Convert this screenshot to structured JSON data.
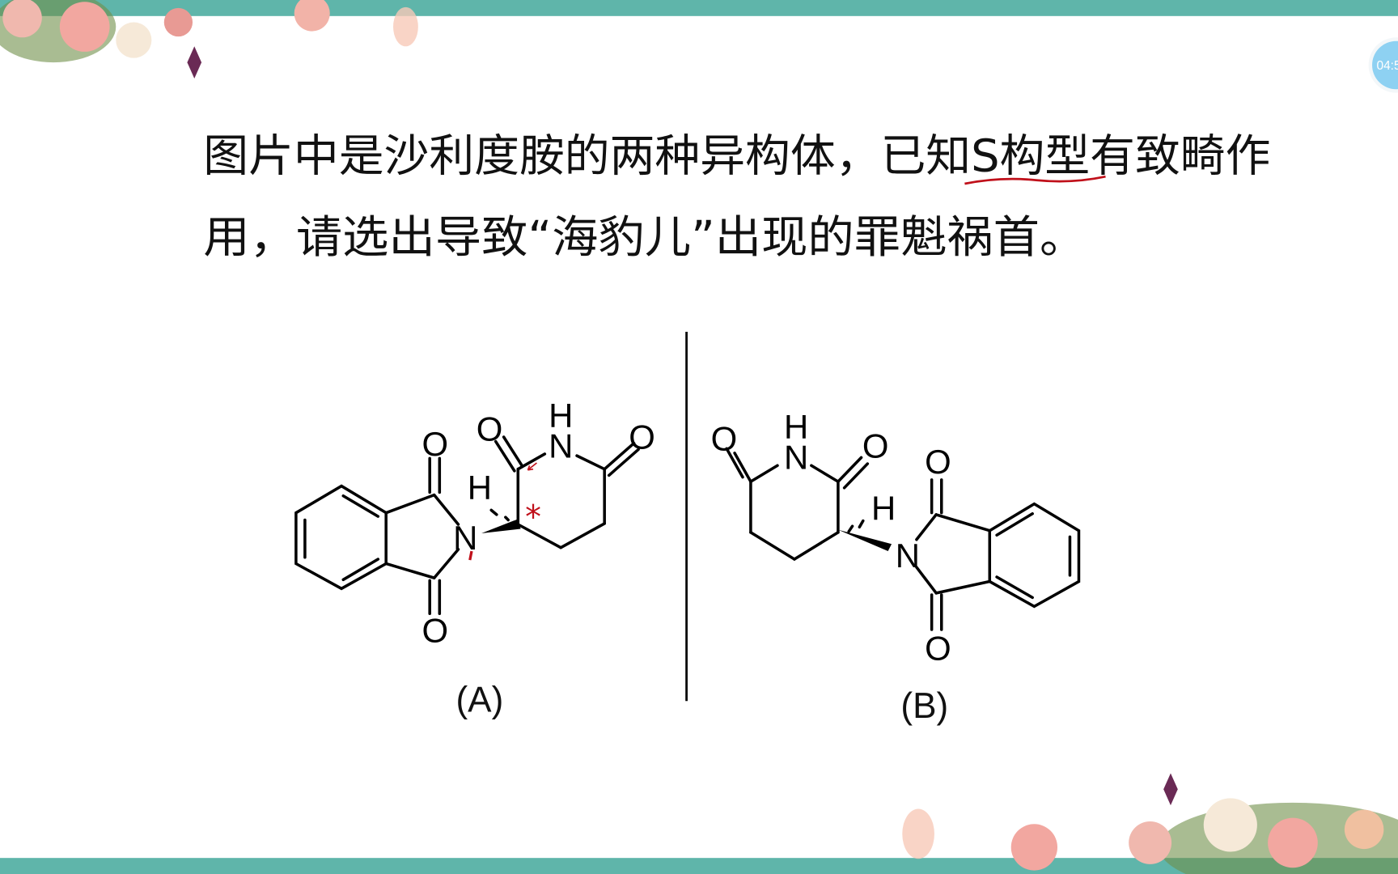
{
  "slide": {
    "title_line1": "图片中是沙利度胺的两种异构体，已知S构型有致畸作",
    "title_line2": "用，请选出导致“海豹儿”出现的罪魁祸首。",
    "underlined_text": "S构型",
    "timer": "04:5",
    "structure_a": {
      "label": "(A)",
      "atoms": {
        "o_top": "O",
        "o_bottom": "O",
        "n_imide": "N",
        "h_stereo": "H",
        "o_ring_left": "O",
        "n_ring": "N",
        "h_ring": "H",
        "o_ring_right": "O"
      },
      "annotation_mark": "*"
    },
    "structure_b": {
      "label": "(B)",
      "atoms": {
        "o_ring_left": "O",
        "n_ring": "N",
        "h_ring": "H",
        "o_ring_right": "O",
        "h_stereo": "H",
        "n_imide": "N",
        "o_top": "O",
        "o_bottom": "O"
      }
    },
    "colors": {
      "band": "#5fb5aa",
      "annotation": "#c0101a",
      "timer": "#8ed1f2"
    }
  }
}
